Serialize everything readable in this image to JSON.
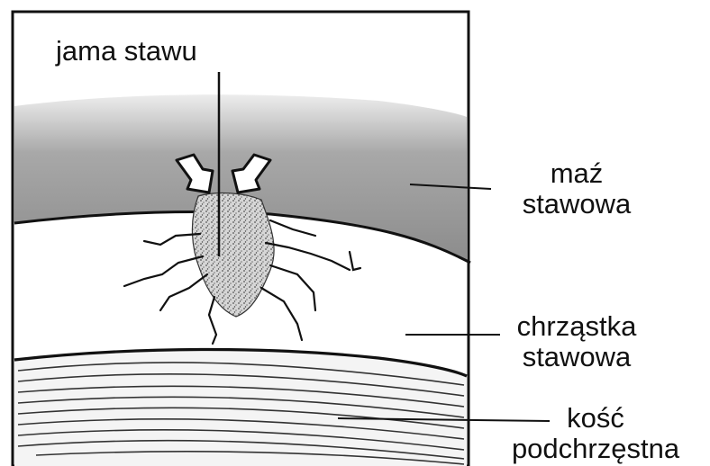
{
  "labels": {
    "joint_cavity": "jama stawu",
    "synovial_fluid": [
      "maź",
      "stawowa"
    ],
    "articular_cartilage": [
      "chrząstka",
      "stawowa"
    ],
    "subchondral_bone": [
      "kość",
      "podchrzęstna"
    ]
  },
  "colors": {
    "ink": "#111111",
    "fluid": "#9a9a9a",
    "fluid_dark": "#7d7d7d",
    "cartilage": "#ffffff",
    "bone_lines": "#222222"
  }
}
